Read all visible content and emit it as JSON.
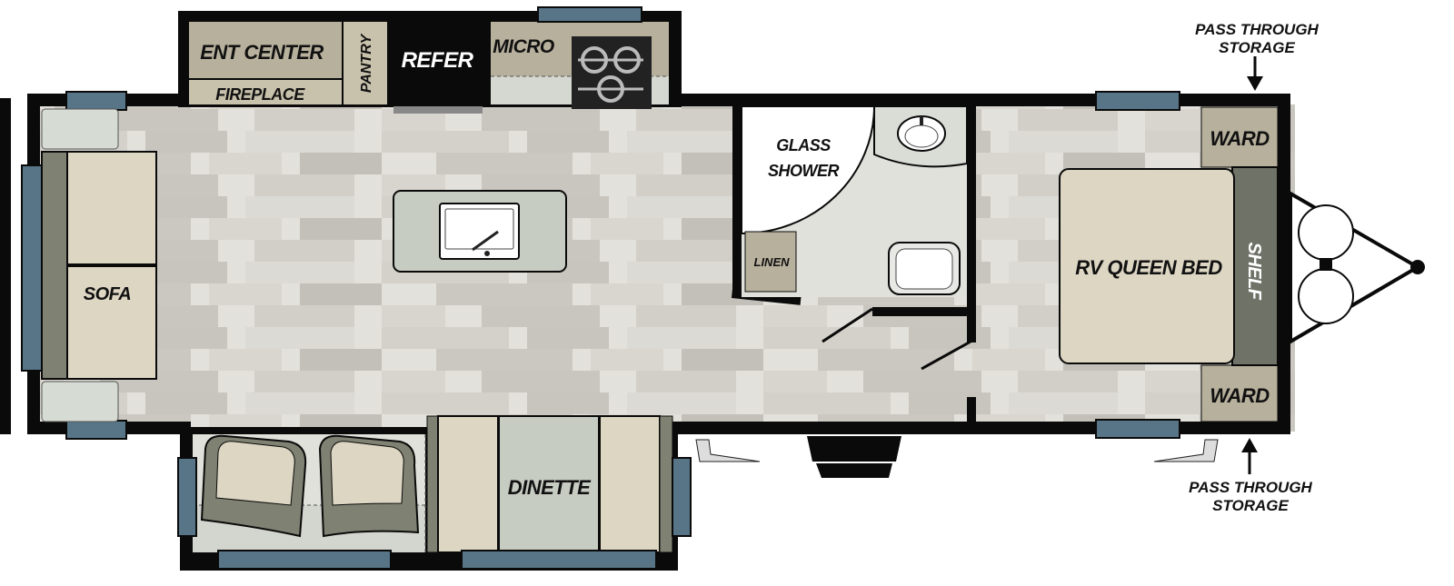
{
  "labels": {
    "ent_center": "ENT CENTER",
    "pantry": "PANTRY",
    "refer": "REFER",
    "micro": "MICRO",
    "fireplace": "FIREPLACE",
    "glass_shower_1": "GLASS",
    "glass_shower_2": "SHOWER",
    "linen": "LINEN",
    "ward_top": "WARD",
    "ward_bottom": "WARD",
    "rv_queen_bed": "RV QUEEN BED",
    "shelf": "SHELF",
    "sofa": "SOFA",
    "dinette": "DINETTE",
    "pass_through_top_1": "PASS THROUGH",
    "pass_through_top_2": "STORAGE",
    "pass_through_bottom_1": "PASS THROUGH",
    "pass_through_bottom_2": "STORAGE"
  },
  "colors": {
    "wall": "#0a0a0a",
    "floor_light": "#e2e0da",
    "floor_mid": "#cfccc5",
    "floor_dark": "#bfbcb5",
    "cabinet": "#b7b09c",
    "cushion": "#ddd6c3",
    "cushion_shadow": "#7f8172",
    "window": "#577587",
    "island": "#c7ccc3",
    "bed": "#ddd6c3",
    "shelf": "#6f7267"
  }
}
